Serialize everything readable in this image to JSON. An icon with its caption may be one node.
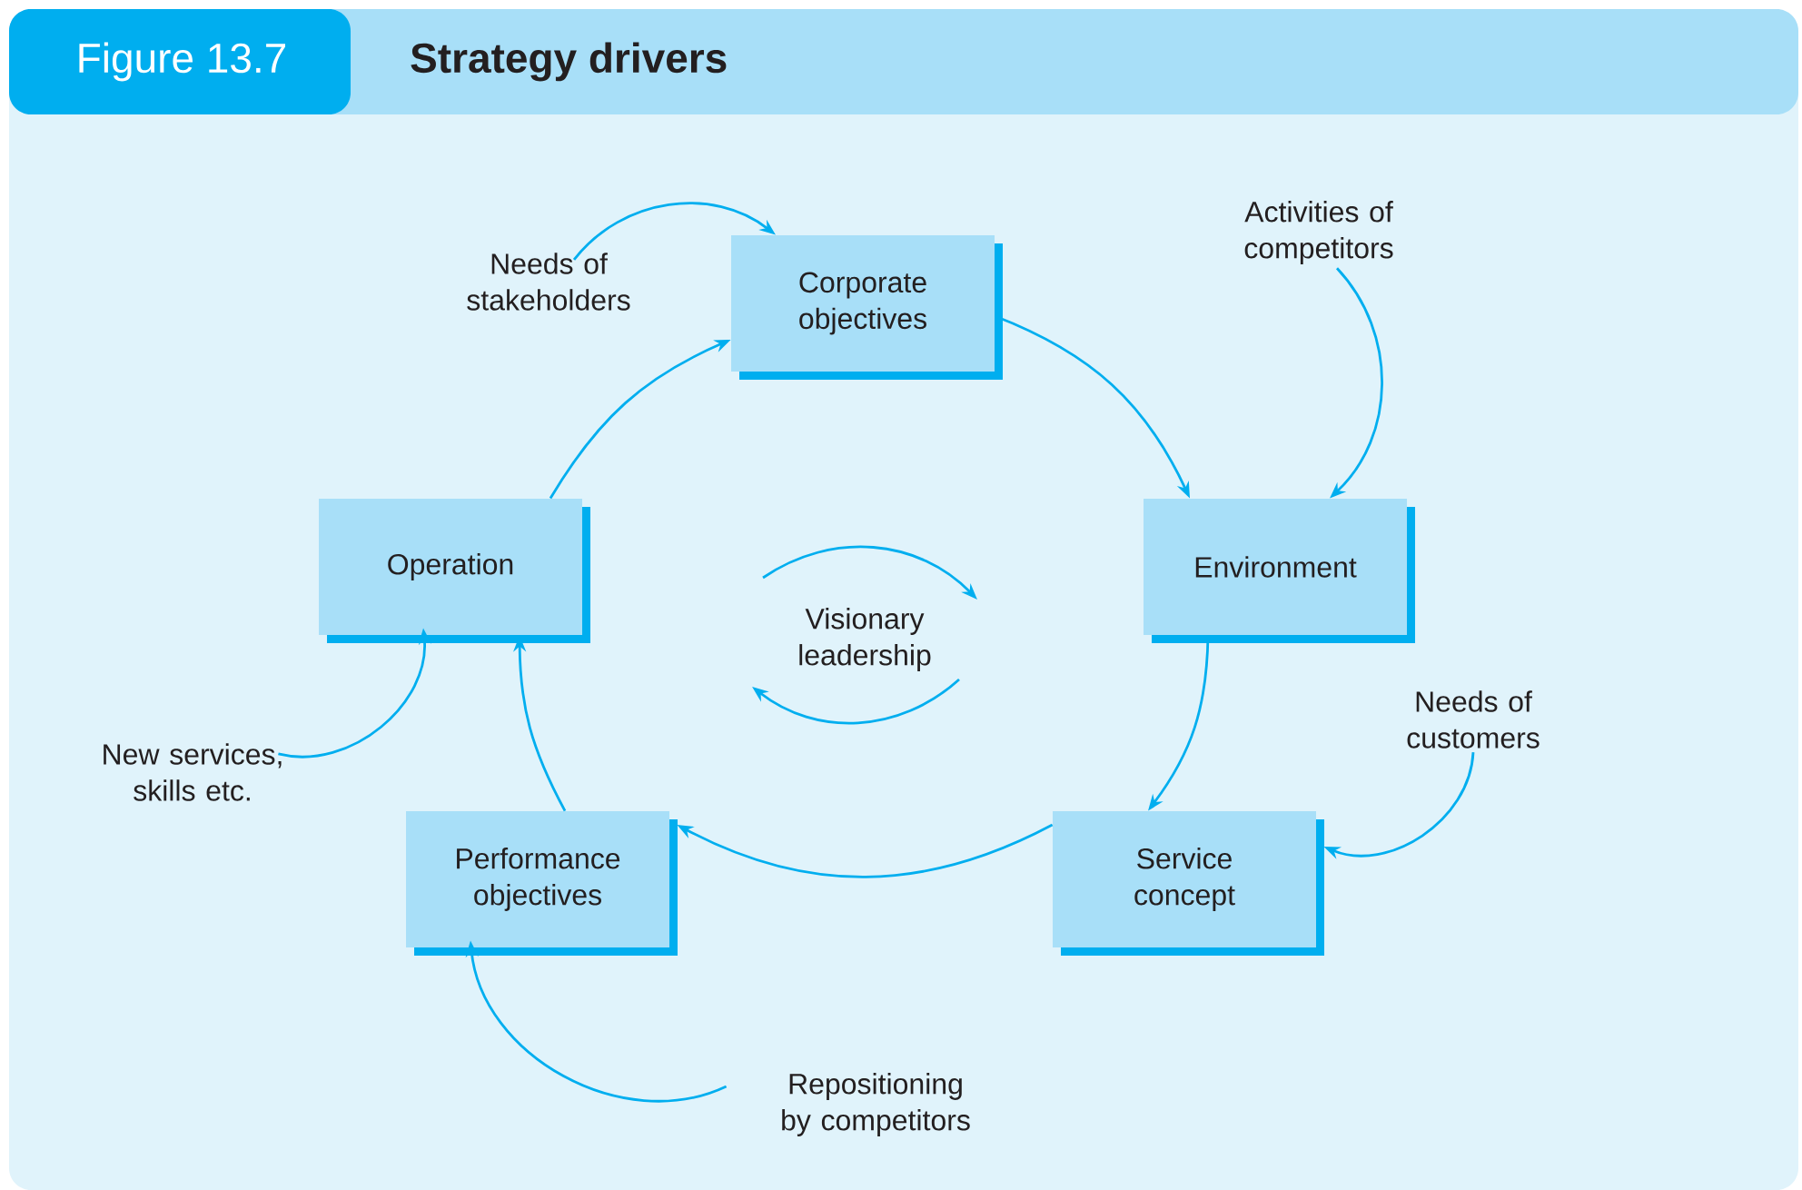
{
  "diagram": {
    "title": "Strategy drivers",
    "nodes": [
      {
        "text": [
          "Corporate objectives"
        ]
      },
      {
        "text": [
          "Environment"
        ]
      },
      {
        "text": [
          "Service concept"
        ]
      },
      {
        "text": [
          "Performance objectives"
        ]
      },
      {
        "text": [
          "Operation"
        ]
      },
      {
        "text": [
          "Needs of stakeholders"
        ]
      },
      {
        "text": [
          "Activities of competitors"
        ]
      },
      {
        "text": [
          "Needs of customers"
        ]
      },
      {
        "text": [
          "Repositioning by competitors"
        ]
      },
      {
        "text": [
          "New services, skills etc."
        ]
      },
      {
        "text": [
          "Visionary leadership"
        ]
      }
    ],
    "edges": [
      {
        "from": 0,
        "to": 1,
        "arrow": "to"
      },
      {
        "from": 1,
        "to": 2,
        "arrow": "to"
      },
      {
        "from": 2,
        "to": 3,
        "arrow": "to"
      },
      {
        "from": 3,
        "to": 4,
        "arrow": "to"
      },
      {
        "from": 4,
        "to": 0,
        "arrow": "to"
      },
      {
        "from": 5,
        "to": 0,
        "arrow": "to"
      },
      {
        "from": 6,
        "to": 1,
        "arrow": "to"
      },
      {
        "from": 7,
        "to": 2,
        "arrow": "to"
      },
      {
        "from": 8,
        "to": 3,
        "arrow": "to"
      },
      {
        "from": 9,
        "to": 4,
        "arrow": "to"
      }
    ],
    "labels": [
      "Figure 13.7"
    ]
  }
}
